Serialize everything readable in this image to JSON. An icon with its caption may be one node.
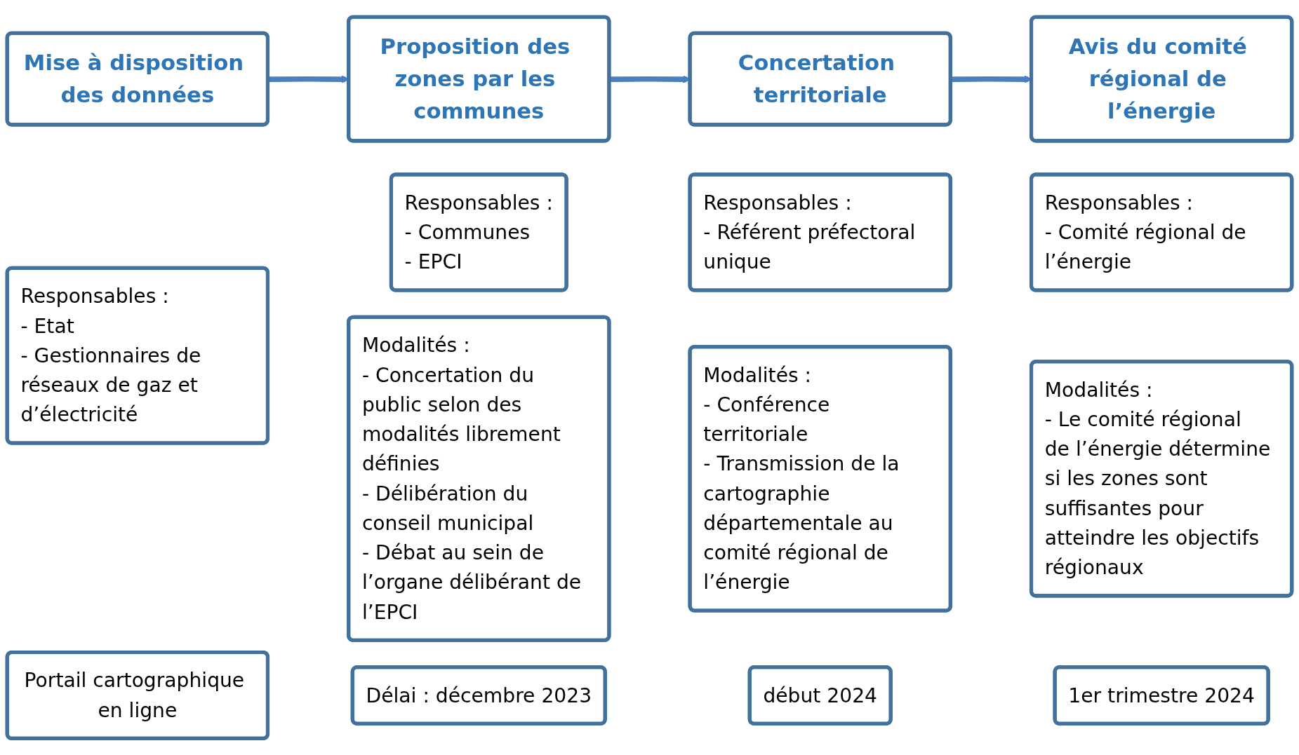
{
  "diagram": {
    "nodes": [
      {
        "text": [
          "Mise à disposition des données"
        ]
      },
      {
        "text": [
          "Responsables :",
          "- Etat",
          "- Gestionnaires de réseaux de gaz et d’électricité"
        ]
      },
      {
        "text": [
          "Portail cartographique en ligne"
        ]
      },
      {
        "text": [
          "Proposition des zones par les communes"
        ]
      },
      {
        "text": [
          "Responsables :",
          "- Communes",
          "- EPCI"
        ]
      },
      {
        "text": [
          "Modalités :",
          "- Concertation du public selon des modalités librement définies",
          "- Délibération du conseil municipal",
          "- Débat au sein de l’organe délibérant de l’EPCI"
        ]
      },
      {
        "text": [
          "Délai : décembre 2023"
        ]
      },
      {
        "text": [
          "Concertation territoriale"
        ]
      },
      {
        "text": [
          "Responsables :",
          "- Référent préfectoral unique"
        ]
      },
      {
        "text": [
          "Modalités :",
          "- Conférence territoriale",
          "- Transmission de la cartographie départementale au comité régional de l’énergie"
        ]
      },
      {
        "text": [
          "début 2024"
        ]
      },
      {
        "text": [
          "Avis du comité régional de l’énergie"
        ]
      },
      {
        "text": [
          "Responsables :",
          "- Comité régional de l’énergie"
        ]
      },
      {
        "text": [
          "Modalités :",
          "- Le comité régional de l’énergie détermine si les zones sont suffisantes pour atteindre les objectifs régionaux"
        ]
      },
      {
        "text": [
          "1er trimestre 2024"
        ]
      }
    ],
    "edges": [
      {
        "from": 0,
        "to": 3,
        "arrow": "to"
      },
      {
        "from": 3,
        "to": 7,
        "arrow": "to"
      },
      {
        "from": 7,
        "to": 11,
        "arrow": "to"
      }
    ]
  }
}
